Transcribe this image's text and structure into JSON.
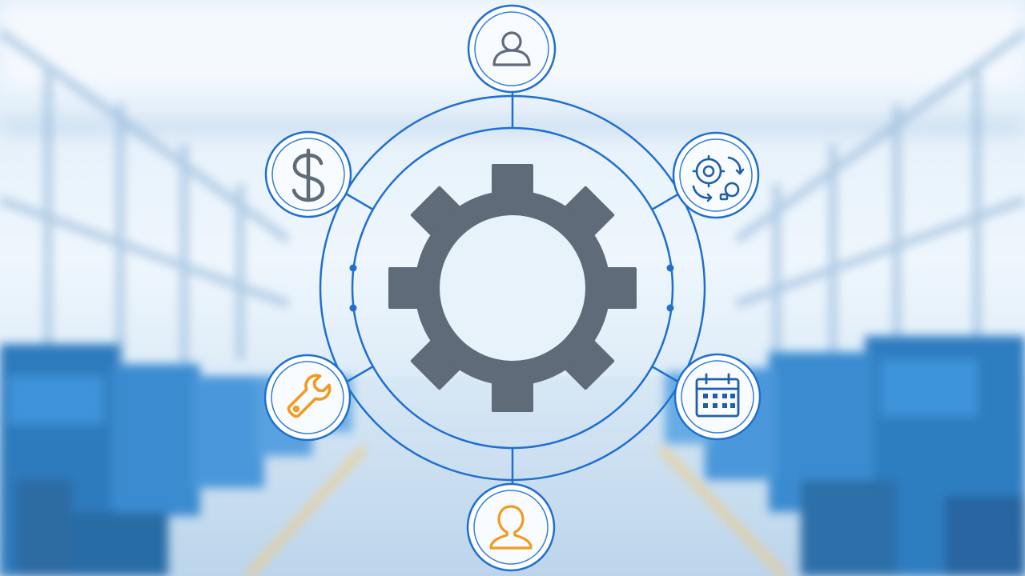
{
  "scene": {
    "description_icons": [
      {
        "id": "top",
        "icon": "person-icon"
      },
      {
        "id": "upper-left",
        "icon": "dollar-icon"
      },
      {
        "id": "upper-right",
        "icon": "process-cycle-icon"
      },
      {
        "id": "lower-left",
        "icon": "wrench-icon"
      },
      {
        "id": "lower-right",
        "icon": "calendar-icon"
      },
      {
        "id": "bottom",
        "icon": "person-icon"
      }
    ],
    "center_icon": "gear-icon"
  },
  "colors": {
    "ring": "#1f6fd1",
    "gear": "#5f6b78",
    "icon_gray": "#5f6b78",
    "icon_orange": "#f39a1e",
    "icon_blue": "#1f5fa8",
    "background_light": "#e9f3fb",
    "background_machine": "#1f7ac4",
    "floor_line": "#f1c77a"
  }
}
